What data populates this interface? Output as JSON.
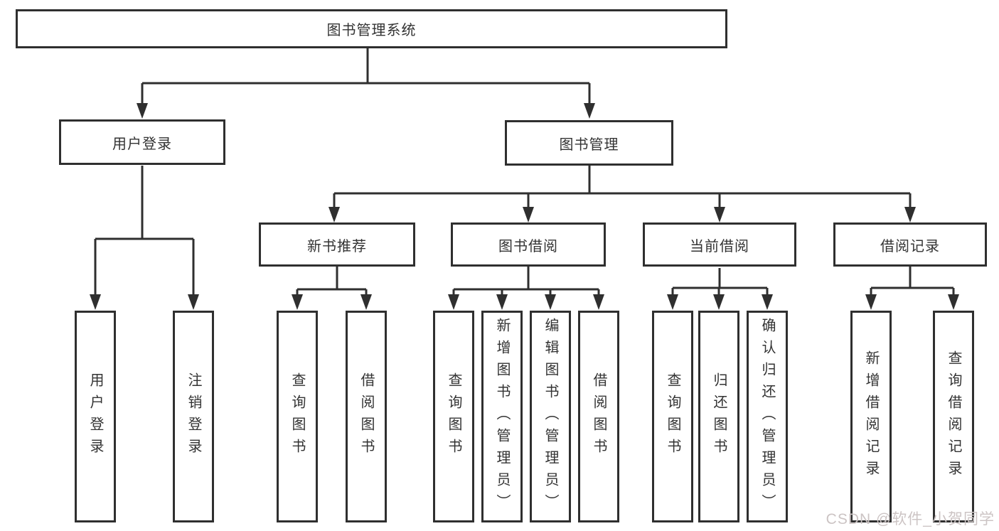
{
  "diagram": {
    "type": "tree",
    "root": {
      "label": "图书管理系统"
    },
    "level2": [
      {
        "id": "user-login",
        "label": "用户登录"
      },
      {
        "id": "book-management",
        "label": "图书管理"
      }
    ],
    "level3": [
      {
        "id": "new-book-recommend",
        "label": "新书推荐"
      },
      {
        "id": "book-borrow",
        "label": "图书借阅"
      },
      {
        "id": "current-borrow",
        "label": "当前借阅"
      },
      {
        "id": "borrow-records",
        "label": "借阅记录"
      }
    ],
    "leaves": {
      "user_login": [
        {
          "label": "用户登录"
        },
        {
          "label": "注销登录"
        }
      ],
      "new_book": [
        {
          "label": "查询图书"
        },
        {
          "label": "借阅图书"
        }
      ],
      "book_borrow": [
        {
          "label": "查询图书"
        },
        {
          "label": "新增图书（管理员）"
        },
        {
          "label": "编辑图书（管理员）"
        },
        {
          "label": "借阅图书"
        }
      ],
      "current_borrow": [
        {
          "label": "查询图书"
        },
        {
          "label": "归还图书"
        },
        {
          "label": "确认归还（管理员）"
        }
      ],
      "borrow_records": [
        {
          "label": "新增借阅记录"
        },
        {
          "label": "查询借阅记录"
        }
      ]
    },
    "watermark": "CSDN @软件_小贺同学",
    "colors": {
      "line": "#2f2f2f",
      "text": "#333333",
      "background": "#ffffff",
      "watermark": "#ccc4c4"
    }
  }
}
